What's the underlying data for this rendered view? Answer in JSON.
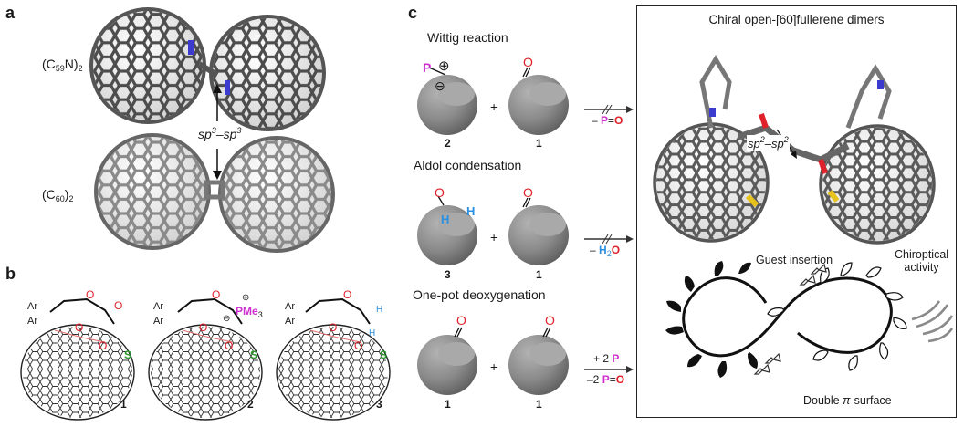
{
  "panels": {
    "a": "a",
    "b": "b",
    "c": "c"
  },
  "panel_a": {
    "dimer_top_label_main": "(C",
    "dimer_top_label_sub": "59",
    "dimer_top_label_end": "N)",
    "dimer_top_label_sub2": "2",
    "dimer_bottom_label_main": "(C",
    "dimer_bottom_label_sub": "60",
    "dimer_bottom_label_end": ")",
    "dimer_bottom_label_sub2": "2",
    "bond_label_a": "sp",
    "bond_label_sup1": "3",
    "bond_label_dash": "–sp",
    "bond_label_sup2": "3"
  },
  "panel_b": {
    "compounds": [
      {
        "number": "1",
        "ar1": "Ar",
        "ar2": "Ar",
        "atoms": [
          "O",
          "O",
          "O",
          "O",
          "S"
        ]
      },
      {
        "number": "2",
        "ar1": "Ar",
        "ar2": "Ar",
        "atoms": [
          "O",
          "O",
          "O",
          "S"
        ],
        "ylide": "PMe",
        "ylide_sub": "3",
        "plus": "⊕",
        "minus": "⊖"
      },
      {
        "number": "3",
        "ar1": "Ar",
        "ar2": "Ar",
        "atoms": [
          "O",
          "O",
          "O",
          "S",
          "H",
          "H"
        ]
      }
    ]
  },
  "panel_c": {
    "reactions": [
      {
        "title": "Wittig reaction",
        "left_num": "2",
        "right_num": "1",
        "plus": "+",
        "top_atom": "P",
        "charge_plus": "⊕",
        "charge_minus": "⊖",
        "right_atom": "O",
        "arrow_byproduct_prefix": "– ",
        "arrow_byproduct_p": "P",
        "arrow_byproduct_eq": "=",
        "arrow_byproduct_o": "O"
      },
      {
        "title": "Aldol condensation",
        "left_num": "3",
        "right_num": "1",
        "plus": "+",
        "left_atom_o": "O",
        "left_atom_h1": "H",
        "left_atom_h2": "H",
        "right_atom": "O",
        "arrow_byproduct_prefix": "– ",
        "arrow_byproduct_h": "H",
        "arrow_byproduct_sub": "2",
        "arrow_byproduct_o": "O"
      },
      {
        "title": "One-pot deoxygenation",
        "left_num": "1",
        "right_num": "1",
        "plus": "+",
        "left_atom": "O",
        "right_atom": "O",
        "arrow_top_prefix": "+ 2 ",
        "arrow_top_p": "P",
        "arrow_bottom_prefix": "–2 ",
        "arrow_bottom_p": "P",
        "arrow_bottom_eq": "=",
        "arrow_bottom_o": "O"
      }
    ]
  },
  "box": {
    "title": "Chiral open-[60]fullerene dimers",
    "hybrid_label_a": "sp",
    "hybrid_sup1": "2",
    "hybrid_dash": "–sp",
    "hybrid_sup2": "2",
    "guest_insertion": "Guest insertion",
    "chiroptical_line1": "Chiroptical",
    "chiroptical_line2": "activity",
    "double_pi_prefix": "Double ",
    "double_pi_symbol": "π",
    "double_pi_suffix": "-surface"
  },
  "colors": {
    "oxygen": "#e0202a",
    "phosphorus": "#d02fd0",
    "hydrogen": "#2a8fe0",
    "sulfur": "#2a9a2a",
    "nitrogen": "#3b3bd0",
    "cage_dark": "#5a5a5a",
    "cage_light": "#bdbdbd",
    "sphere": "#8a8a8a"
  },
  "icons": [
    "fullerene-cage-icon",
    "sphere-icon",
    "reaction-arrow-icon",
    "chiroptical-spiral-icon",
    "double-arrow-icon"
  ]
}
